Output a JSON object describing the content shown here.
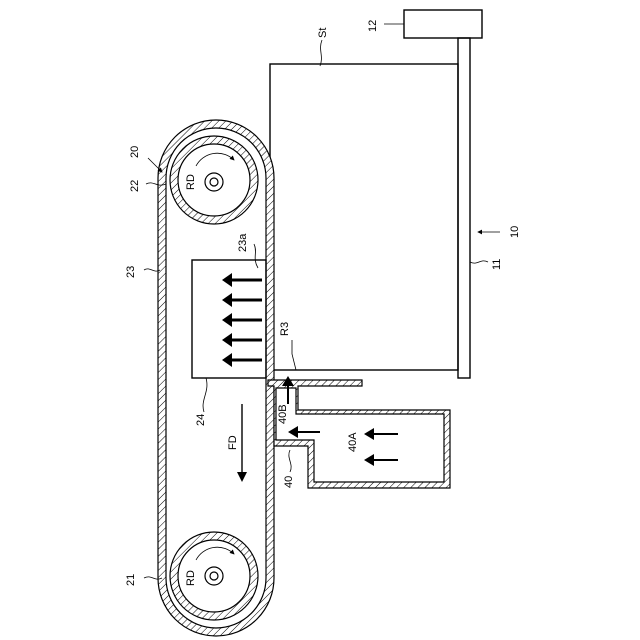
{
  "labels": {
    "n12": "12",
    "st": "St",
    "n20": "20",
    "n22": "22",
    "rd_top": "RD",
    "n23a": "23a",
    "n23": "23",
    "n10": "10",
    "n11": "11",
    "r3": "R3",
    "n24": "24",
    "n40b": "40B",
    "fd": "FD",
    "n40a": "40A",
    "n40": "40",
    "n21": "21",
    "rd_bottom": "RD"
  }
}
